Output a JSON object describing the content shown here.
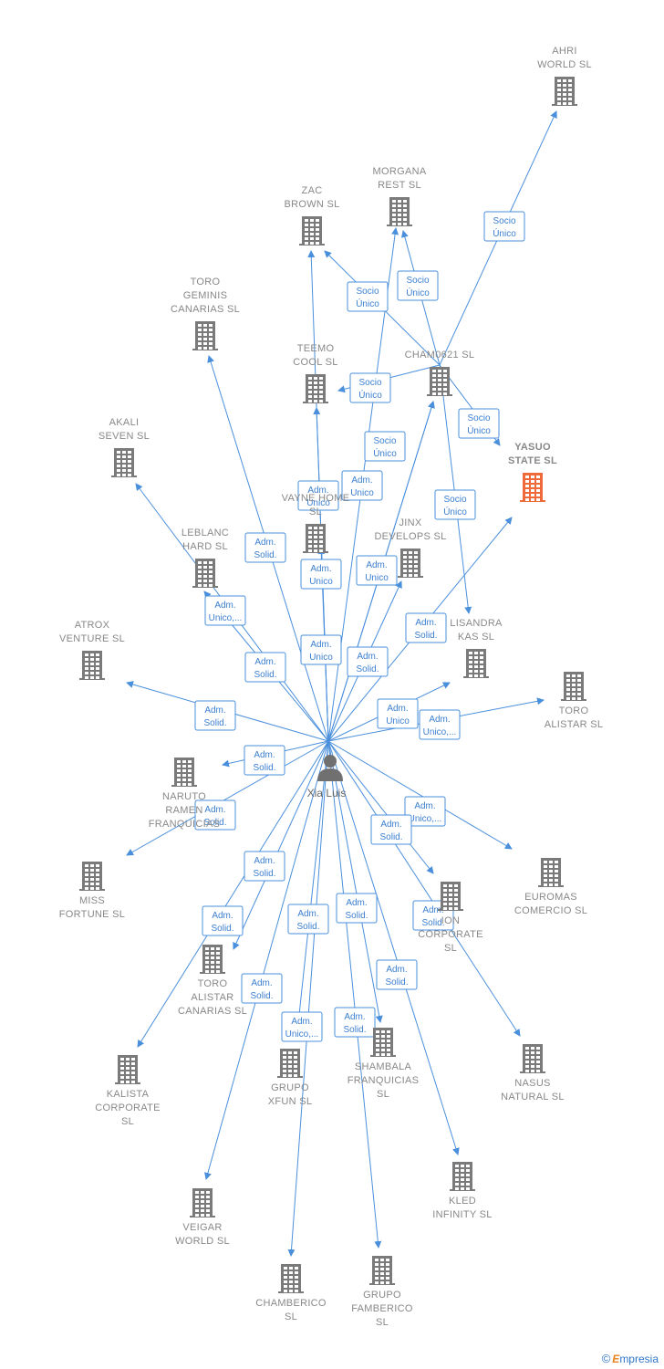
{
  "center": {
    "name": "Xia Luis",
    "icon": "person-icon"
  },
  "colors": {
    "edge": "#4a8fdc",
    "building": "#7a7a7a",
    "highlight": "#ef6a3a"
  },
  "nodes": [
    {
      "id": "ahri",
      "lines": [
        "AHRI",
        "WORLD  SL"
      ]
    },
    {
      "id": "morgana",
      "lines": [
        "MORGANA",
        "REST  SL"
      ]
    },
    {
      "id": "zac",
      "lines": [
        "ZAC",
        "BROWN  SL"
      ]
    },
    {
      "id": "toro_gem",
      "lines": [
        "TORO",
        "GEMINIS",
        "CANARIAS  SL"
      ]
    },
    {
      "id": "teemo",
      "lines": [
        "TEEMO",
        "COOL  SL"
      ]
    },
    {
      "id": "cham",
      "lines": [
        "CHAM0621  SL"
      ]
    },
    {
      "id": "yasuo",
      "lines": [
        "YASUO",
        "STATE  SL"
      ],
      "highlight": true
    },
    {
      "id": "akali",
      "lines": [
        "AKALI",
        "SEVEN  SL"
      ]
    },
    {
      "id": "vayne",
      "lines": [
        "VAYNE  HOME",
        "SL"
      ]
    },
    {
      "id": "jinx",
      "lines": [
        "JINX",
        "DEVELOPS  SL"
      ]
    },
    {
      "id": "leblanc",
      "lines": [
        "LEBLANC",
        "HARD  SL"
      ]
    },
    {
      "id": "lisandra",
      "lines": [
        "LISANDRA",
        "KAS  SL"
      ]
    },
    {
      "id": "atrox",
      "lines": [
        "ATROX",
        "VENTURE  SL"
      ]
    },
    {
      "id": "toro_al",
      "lines": [
        "TORO",
        "ALISTAR  SL"
      ]
    },
    {
      "id": "naruto",
      "lines": [
        "NARUTO",
        "RAMEN",
        "FRANQUICIAS"
      ]
    },
    {
      "id": "euromas",
      "lines": [
        "EUROMAS",
        "COMERCIO  SL"
      ]
    },
    {
      "id": "miss",
      "lines": [
        "MISS",
        "FORTUNE  SL"
      ]
    },
    {
      "id": "ion",
      "lines": [
        "ION",
        "CORPORATE",
        "SL"
      ]
    },
    {
      "id": "toro_ac",
      "lines": [
        "TORO",
        "ALISTAR",
        "CANARIAS  SL"
      ]
    },
    {
      "id": "shambala",
      "lines": [
        "SHAMBALA",
        "FRANQUICIAS",
        "SL"
      ]
    },
    {
      "id": "grupo_xfun",
      "lines": [
        "GRUPO",
        "XFUN  SL"
      ]
    },
    {
      "id": "kalista",
      "lines": [
        "KALISTA",
        "CORPORATE",
        "SL"
      ]
    },
    {
      "id": "nasus",
      "lines": [
        "NASUS",
        "NATURAL  SL"
      ]
    },
    {
      "id": "kled",
      "lines": [
        "KLED",
        "INFINITY  SL"
      ]
    },
    {
      "id": "veigar",
      "lines": [
        "VEIGAR",
        "WORLD  SL"
      ]
    },
    {
      "id": "chamberico",
      "lines": [
        "CHAMBERICO",
        "SL"
      ]
    },
    {
      "id": "famberico",
      "lines": [
        "GRUPO",
        "FAMBERICO",
        "SL"
      ]
    }
  ],
  "edges": [
    {
      "from": "cham",
      "to": "ahri",
      "tag": [
        "Socio",
        "Único"
      ]
    },
    {
      "from": "cham",
      "to": "morgana",
      "tag": [
        "Socio",
        "Único"
      ]
    },
    {
      "from": "cham",
      "to": "zac",
      "tag": [
        "Socio",
        "Único"
      ]
    },
    {
      "from": "cham",
      "to": "teemo",
      "tag": [
        "Socio",
        "Único"
      ]
    },
    {
      "from": "cham",
      "to": "yasuo",
      "tag": [
        "Socio",
        "Único"
      ]
    },
    {
      "from": "cham",
      "to": "lisandra",
      "tag": [
        "Socio",
        "Único"
      ]
    },
    {
      "from": "center",
      "to": "morgana",
      "tag": [
        "Socio",
        "Único"
      ]
    },
    {
      "from": "center",
      "to": "zac",
      "tag": [
        "Adm.",
        "Unico"
      ]
    },
    {
      "from": "center",
      "to": "cham",
      "tag": [
        "Adm.",
        "Unico"
      ]
    },
    {
      "from": "center",
      "to": "toro_gem",
      "tag": [
        "Adm.",
        "Solid."
      ]
    },
    {
      "from": "center",
      "to": "teemo",
      "tag": [
        "Adm.",
        "Unico"
      ]
    },
    {
      "from": "center",
      "to": "vayne",
      "tag": [
        "Adm.",
        "Unico"
      ]
    },
    {
      "from": "center",
      "to": "jinx",
      "tag": [
        "Adm.",
        "Unico,..."
      ]
    },
    {
      "from": "center",
      "to": "akali",
      "tag": [
        "Adm.",
        "Solid."
      ]
    },
    {
      "from": "center",
      "to": "leblanc",
      "tag": [
        "Adm.",
        "Solid."
      ]
    },
    {
      "from": "center",
      "to": "cham",
      "tag": [
        "Adm.",
        "Solid."
      ]
    },
    {
      "from": "center",
      "to": "yasuo",
      "tag": [
        "Adm.",
        "Unico"
      ]
    },
    {
      "from": "center",
      "to": "lisandra",
      "tag": [
        "Adm.",
        "Unico"
      ]
    },
    {
      "from": "center",
      "to": "toro_al",
      "tag": [
        "Adm.",
        "Unico,..."
      ]
    },
    {
      "from": "center",
      "to": "atrox",
      "tag": [
        "Adm.",
        "Solid."
      ]
    },
    {
      "from": "center",
      "to": "naruto",
      "tag": [
        "Adm.",
        "Solid."
      ]
    },
    {
      "from": "center",
      "to": "miss",
      "tag": [
        "Adm.",
        "Solid."
      ]
    },
    {
      "from": "center",
      "to": "euromas",
      "tag": [
        "Adm.",
        "Unico,..."
      ]
    },
    {
      "from": "center",
      "to": "ion",
      "tag": [
        "Adm.",
        "Solid."
      ]
    },
    {
      "from": "center",
      "to": "nasus",
      "tag": [
        "Adm.",
        "Solid."
      ]
    },
    {
      "from": "center",
      "to": "kalista",
      "tag": [
        "Adm.",
        "Solid."
      ]
    },
    {
      "from": "center",
      "to": "toro_ac",
      "tag": [
        "Adm.",
        "Solid."
      ]
    },
    {
      "from": "center",
      "to": "grupo_xfun",
      "tag": [
        "Adm.",
        "Solid."
      ]
    },
    {
      "from": "center",
      "to": "shambala",
      "tag": [
        "Adm.",
        "Solid."
      ]
    },
    {
      "from": "center",
      "to": "kled",
      "tag": [
        "Adm.",
        "Solid."
      ]
    },
    {
      "from": "center",
      "to": "veigar",
      "tag": [
        "Adm.",
        "Solid."
      ]
    },
    {
      "from": "center",
      "to": "chamberico",
      "tag": [
        "Adm.",
        "Unico,..."
      ]
    },
    {
      "from": "center",
      "to": "famberico",
      "tag": [
        "Adm.",
        "Solid."
      ]
    }
  ],
  "brand": {
    "copyright": "©",
    "first": "E",
    "rest": "mpresia"
  }
}
